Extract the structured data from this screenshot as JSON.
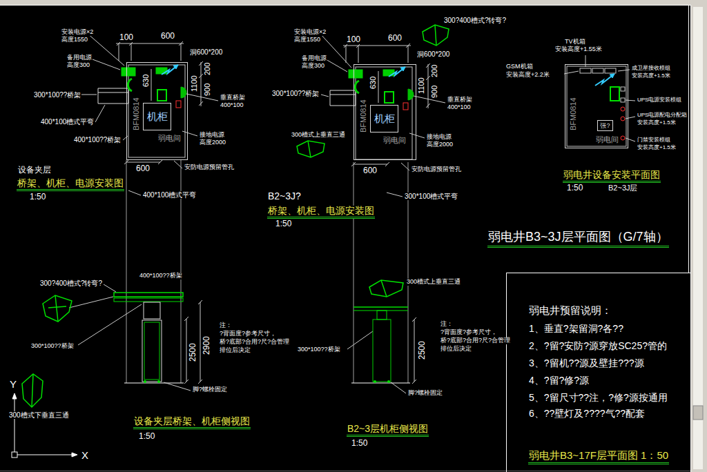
{
  "diagram": {
    "title": "弱电井B3~3J层平面图（G/7轴）",
    "nodes": [
      {
        "text": [
          "弱电间"
        ]
      },
      {
        "text": [
          "机柜"
        ],
        "in": 0
      },
      {
        "text": [
          "弱电间"
        ]
      },
      {
        "text": [
          "机柜"
        ],
        "in": 2
      },
      {
        "text": [
          "弱电间"
        ]
      },
      {
        "text": [
          "强?"
        ],
        "in": 4
      },
      {
        "text": [
          "弱电井预留说明：",
          "1、垂直?架留洞?各??",
          "2、?留?安防?源穿放SC25?管的",
          "3、?留机??源及壁挂???源",
          "4、?留?修?源",
          "5、?留尺寸??注，?修?源按通用",
          "6、??壁灯及????气??配套"
        ]
      }
    ],
    "labels": [
      "安装电源×2",
      "高度1550",
      "100",
      "600",
      "洞600*200",
      "备用电源",
      "高度300",
      "630",
      "1100",
      "200",
      "900",
      "300*100??桥架",
      "垂直桥架",
      "400*100",
      "BFM0814",
      "400*100槽式平弯",
      "接地电源",
      "高度2000",
      "400*100??桥架",
      "600",
      "安防电源预留管孔",
      "设备夹层",
      "桥架、机柜、电源安装图",
      "1:50",
      "400*100槽式平弯",
      "300?400槽式?转弯?",
      "400*100??桥架",
      "注：",
      "?背面度?参考尺寸，",
      "桥?底部?合用?尺?合管理",
      "排位后决定",
      "2500",
      "2900",
      "300*100??桥架",
      "脚?螺栓固定",
      "Y",
      "300槽式下垂直三通",
      "设备夹层桥架、机柜侧视图",
      "1:50",
      "X",
      "安装电源×2",
      "高度1550",
      "300?400槽式?转弯?",
      "100",
      "600",
      "洞600*200",
      "备用电源",
      "高度300",
      "630",
      "1100",
      "200",
      "900",
      "300*100??桥架",
      "垂直桥架",
      "400*100",
      "BFM0814",
      "300槽式上垂直三通",
      "接地电源",
      "高度2000",
      "600",
      "安防电源预留管孔",
      "B2~3J?",
      "桥架、机柜、电源安装图",
      "1:50",
      "300*100槽式平弯",
      "300槽式上垂直三通",
      "注：",
      "?背面度?参考尺寸，",
      "桥?底部?合用?尺?合管理",
      "排位后决定",
      "2500",
      "300*100??桥架",
      "脚?螺栓固定",
      "B2~3层机柜侧视图",
      "1:50",
      "TV机箱",
      "安装高度+1.55米",
      "GSM机箱",
      "安装高度+2.2米",
      "成卫星接收模组",
      "安装高度+1.5米",
      "UPS电源安装模组",
      "UPS电源配电分配箱",
      "安装高度+1.5米",
      "门禁安装模组",
      "安装高度+1.5米",
      "BFM0814",
      "弱电井设备安装平面图",
      "1:50",
      "B2~3J层",
      "弱电井B3~17F层平面图 1：50"
    ]
  }
}
